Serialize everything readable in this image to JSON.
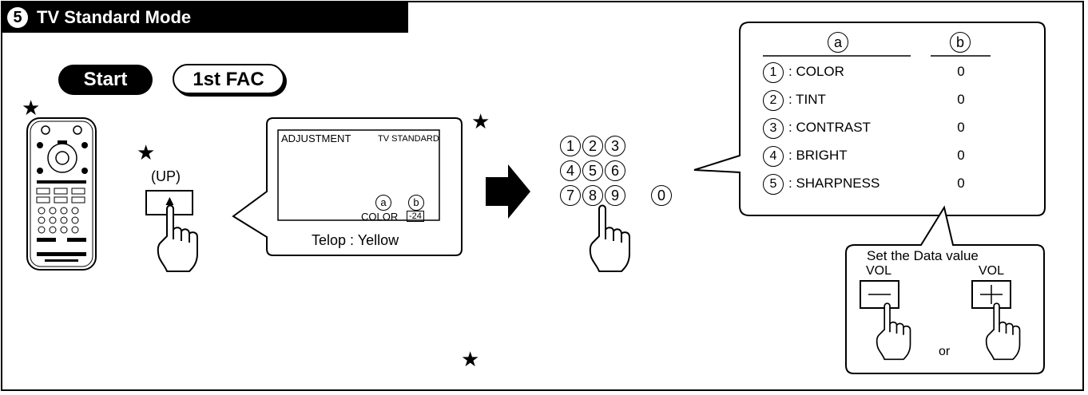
{
  "header": {
    "step_number": "5",
    "title": "TV Standard Mode"
  },
  "buttons": {
    "start_label": "Start",
    "fac_label": "1st FAC"
  },
  "up_key": {
    "caption": "(UP)",
    "symbol": "▲"
  },
  "screen": {
    "adjustment": "ADJUSTMENT",
    "mode": "TV STANDARD",
    "marker_a": "a",
    "marker_b": "b",
    "item": "COLOR",
    "value": "-24",
    "caption": "Telop : Yellow"
  },
  "number_keys": [
    "1",
    "2",
    "3",
    "4",
    "5",
    "6",
    "7",
    "8",
    "9",
    "0"
  ],
  "table": {
    "col_a": "a",
    "col_b": "b",
    "rows": [
      {
        "num": "1",
        "label": ": COLOR",
        "value": "0"
      },
      {
        "num": "2",
        "label": ": TINT",
        "value": "0"
      },
      {
        "num": "3",
        "label": ": CONTRAST",
        "value": "0"
      },
      {
        "num": "4",
        "label": ": BRIGHT",
        "value": "0"
      },
      {
        "num": "5",
        "label": ": SHARPNESS",
        "value": "0"
      }
    ]
  },
  "vol_box": {
    "title": "Set the Data value",
    "minus_label": "VOL",
    "plus_label": "VOL",
    "or_text": "or"
  },
  "star_symbol": "★"
}
